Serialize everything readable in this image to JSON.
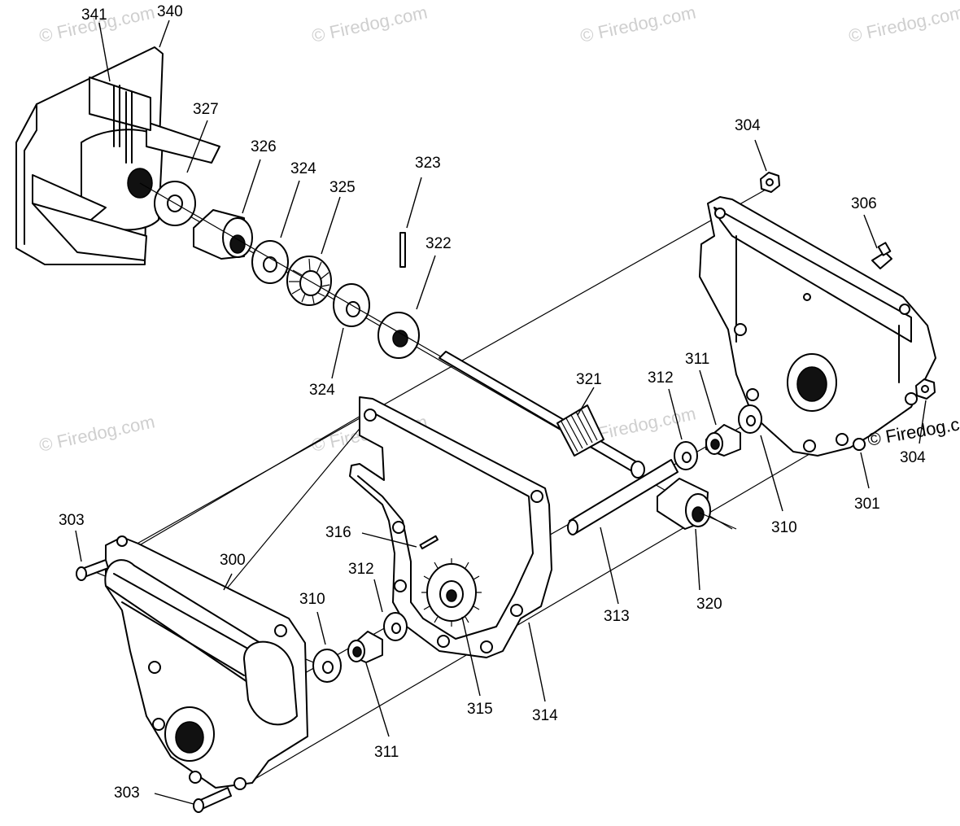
{
  "watermark": "© Firedog.com",
  "callouts": {
    "p300": "300",
    "p301": "301",
    "p303a": "303",
    "p303b": "303",
    "p304a": "304",
    "p304b": "304",
    "p306": "306",
    "p310a": "310",
    "p310b": "310",
    "p311a": "311",
    "p311b": "311",
    "p312a": "312",
    "p312b": "312",
    "p313": "313",
    "p314": "314",
    "p315": "315",
    "p316": "316",
    "p320": "320",
    "p321": "321",
    "p322": "322",
    "p323": "323",
    "p324a": "324",
    "p324b": "324",
    "p325": "325",
    "p326": "326",
    "p327": "327",
    "p340": "340",
    "p341": "341"
  }
}
